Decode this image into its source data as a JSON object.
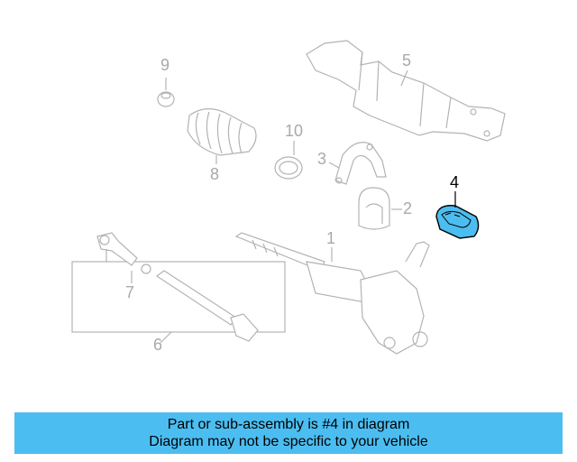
{
  "callouts": {
    "c1": "1",
    "c2": "2",
    "c3": "3",
    "c4": "4",
    "c5": "5",
    "c6": "6",
    "c7": "7",
    "c8": "8",
    "c9": "9",
    "c10": "10"
  },
  "banner": {
    "line1": "Part or sub-assembly is #4 in diagram",
    "line2": "Diagram may not be specific to your vehicle"
  },
  "colors": {
    "highlight_part": "#4cbdf0",
    "banner_bg": "#4cbdf0",
    "part_outline": "#b3b3b3",
    "highlight_label": "#000000"
  }
}
